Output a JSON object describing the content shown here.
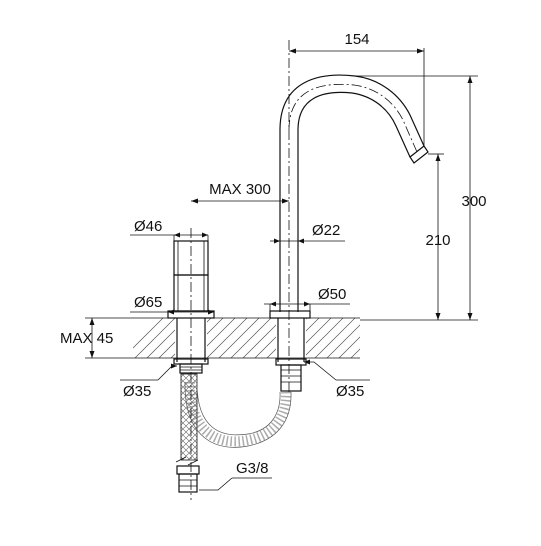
{
  "dimensions": {
    "spout_reach": "154",
    "total_height": "300",
    "spout_height": "210",
    "max_distance": "MAX 300",
    "handle_diameter": "Ø46",
    "spout_diameter": "Ø22",
    "handle_base_diameter": "Ø65",
    "spout_base_diameter": "Ø50",
    "max_deck_thickness": "MAX 45",
    "handle_hole_diameter": "Ø35",
    "spout_hole_diameter": "Ø35",
    "connection_thread": "G3/8"
  },
  "colors": {
    "line": "#111111",
    "hatch": "#555555"
  }
}
